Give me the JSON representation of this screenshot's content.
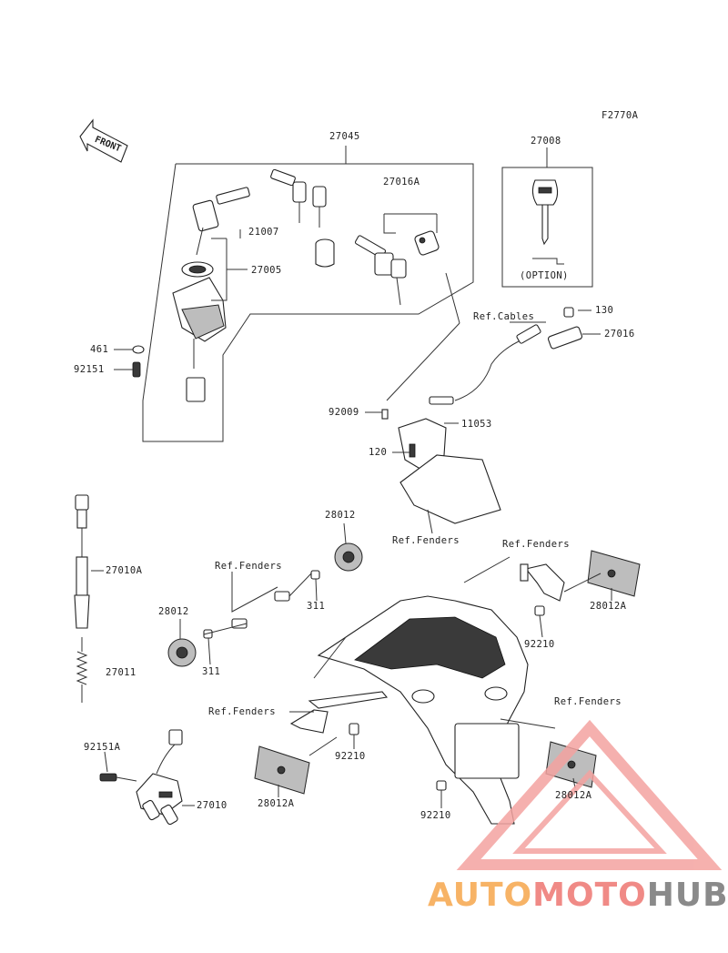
{
  "diagram": {
    "code": "F2770A",
    "front_label": "FRONT",
    "option_label": "(OPTION)",
    "parts": {
      "p27045": "27045",
      "p27016A": "27016A",
      "p21007": "21007",
      "p27005": "27005",
      "p27008": "27008",
      "p461": "461",
      "p92151": "92151",
      "p130": "130",
      "p27016": "27016",
      "p92009": "92009",
      "p11053": "11053",
      "p120": "120",
      "p28012_top": "28012",
      "p27010A": "27010A",
      "p311_top": "311",
      "p28012_left": "28012",
      "p311_bottom": "311",
      "p28012A_right": "28012A",
      "p92210_top": "92210",
      "p27011": "27011",
      "p92210_mid": "92210",
      "p28012A_left": "28012A",
      "p92151A": "92151A",
      "p27010": "27010",
      "p28012A_bottom": "28012A",
      "p92210_bottom": "92210"
    },
    "refs": {
      "cables": "Ref.Cables",
      "fenders_1": "Ref.Fenders",
      "fenders_2": "Ref.Fenders",
      "fenders_3": "Ref.Fenders",
      "fenders_4": "Ref.Fenders",
      "fenders_5": "Ref.Fenders"
    }
  },
  "watermark": {
    "part1": "AUTO",
    "part2": "MOTO",
    "part3": "HUB",
    "colors": {
      "auto": "#f7b366",
      "moto": "#f08a86",
      "hub": "#8a8a8a",
      "triangle": "#f4a3a0"
    }
  }
}
